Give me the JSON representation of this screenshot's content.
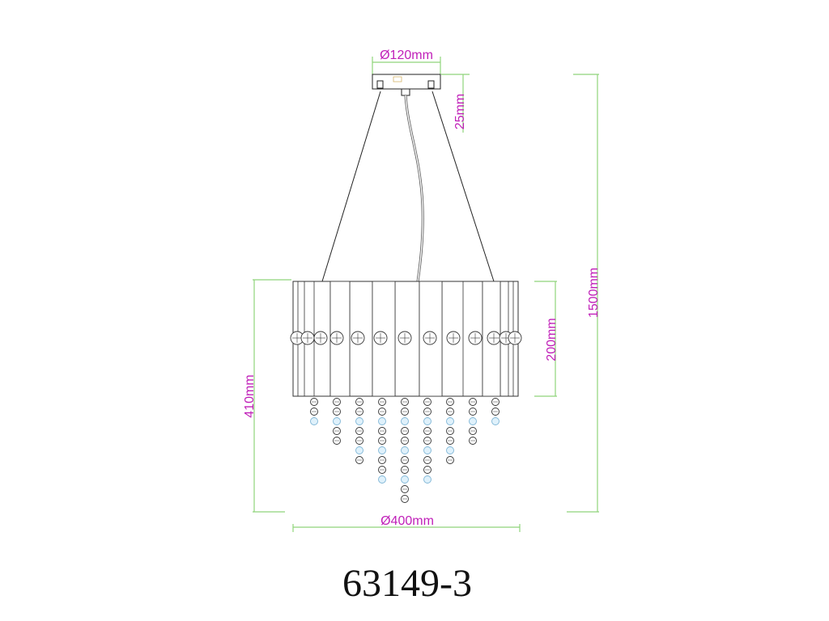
{
  "dimensions": {
    "canopy_diameter": "Ø120mm",
    "canopy_height": "25mm",
    "total_height": "1500mm",
    "shade_height": "200mm",
    "body_height": "410mm",
    "body_diameter": "Ø400mm"
  },
  "model_number": "63149-3",
  "colors": {
    "dimension_text": "#c01fb8",
    "dimension_lines": "#8fd47a",
    "drawing_lines": "#222222"
  }
}
